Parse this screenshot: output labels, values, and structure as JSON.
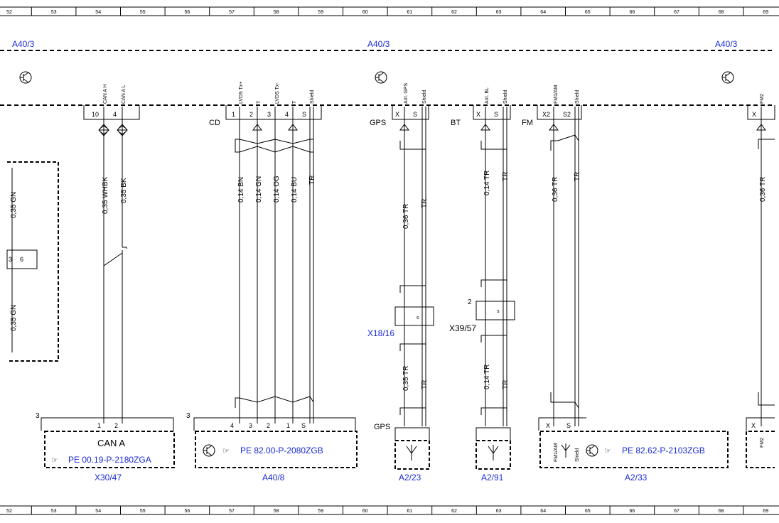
{
  "grid_numbers": [
    "52",
    "53",
    "54",
    "55",
    "56",
    "57",
    "58",
    "59",
    "60",
    "61",
    "62",
    "63",
    "64",
    "65",
    "66",
    "67",
    "68",
    "69"
  ],
  "module_labels": {
    "left": "A40/3",
    "mid": "A40/3",
    "right": "A40/3"
  },
  "conn_groups": {
    "cd": "CD",
    "gps": "GPS",
    "bt": "BT",
    "fm": "FM"
  },
  "header_pins": {
    "can_h": "CAN A H",
    "can_l": "CAN A L",
    "lvds_txp": "LVDS Tx+",
    "lvds_txm": "LVDS Tx-",
    "lvds_t1": "T",
    "lvds_t2": "T",
    "shield": "Shield",
    "ant_gps": "Ant. GPS",
    "ant_bt": "Ant. BL",
    "fm1am": "FM1/AM",
    "fm2": "FM2"
  },
  "pin_numbers": {
    "p10": "10",
    "p4": "4",
    "cd1": "1",
    "cd2": "2",
    "cd3": "3",
    "cd4": "4",
    "cdS": "S",
    "gX": "X",
    "gS": "S",
    "bX": "X",
    "bS": "S",
    "fX2": "X2",
    "fS2": "S2",
    "rX": "X"
  },
  "wires": {
    "can1": "0,35 WHBK",
    "can2": "0,35 BK",
    "cd1": "0,14 BN",
    "cd2": "0,14 GN",
    "cd3": "0,14 OG",
    "cd4": "0,14 BU",
    "cdtr": "TR",
    "gps_up": "0,36 TR",
    "gps_up_s": "TR",
    "gps_lo": "0,35 TR",
    "gps_lo_s": "TR",
    "bt_up": "0,14 TR",
    "bt_up_s": "TR",
    "bt_lo": "0,14 TR",
    "bt_lo_s": "TR",
    "fm_up": "0,36 TR",
    "fm_up_s": "TR",
    "rt_up": "0,36 TR",
    "left_gn1": "0,35 GN",
    "left_gn2": "0,35 GN"
  },
  "left_conn_pins": {
    "a": "3",
    "b": "6"
  },
  "x18": "X18/16",
  "x39": "X39/57",
  "x39_num": "2",
  "x18_s": "s",
  "x39_s": "s",
  "bottom": {
    "can_num": "3",
    "can_title": "CAN A",
    "can_pin1": "1",
    "can_pin2": "2",
    "can_ref": "PE 00.19-P-2180ZGA",
    "can_id": "X30/47",
    "a408_num": "3",
    "a408_pins": [
      "4",
      "3",
      "2",
      "1",
      "S"
    ],
    "a408_ref": "PE 82.00-P-2080ZGB",
    "a408_id": "A40/8",
    "gps_label": "GPS",
    "a223_id": "A2/23",
    "a291_id": "A2/91",
    "a233_pins": [
      "X",
      "S"
    ],
    "a233_fm": "FM1/AM",
    "a233_shield": "Shield",
    "a233_ref": "PE 82.62-P-2103ZGB",
    "a233_id": "A2/33",
    "rt_pin": "X",
    "rt_fm2": "FM2"
  },
  "colors": {
    "link": "#1a2bd6",
    "line": "#000000"
  }
}
